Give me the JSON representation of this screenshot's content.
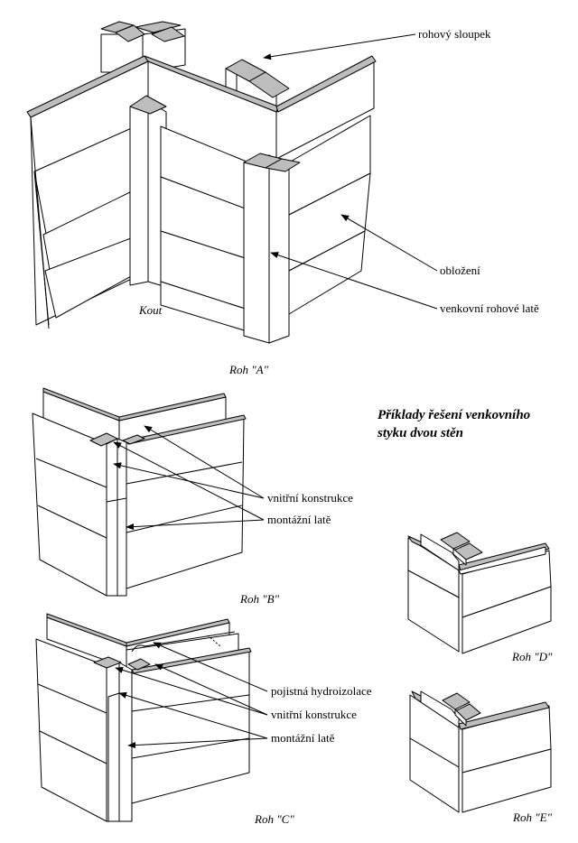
{
  "title": {
    "line1": "Příklady řešení venkovního",
    "line2": "styku dvou stěn"
  },
  "labels": {
    "rohovy_sloupek": "rohový sloupek",
    "oblozeni": "obložení",
    "venkovni_rohove_late": "venkovní rohové latě",
    "vnitrni_konstrukce": "vnitřní konstrukce",
    "montazni_late": "montážní latě",
    "pojistna_hydroizolace": "pojistná hydroizolace"
  },
  "captions": {
    "kout": "Kout",
    "roh_a": "Roh \"A\"",
    "roh_b": "Roh \"B\"",
    "roh_c": "Roh \"C\"",
    "roh_d": "Roh \"D\"",
    "roh_e": "Roh \"E\""
  }
}
